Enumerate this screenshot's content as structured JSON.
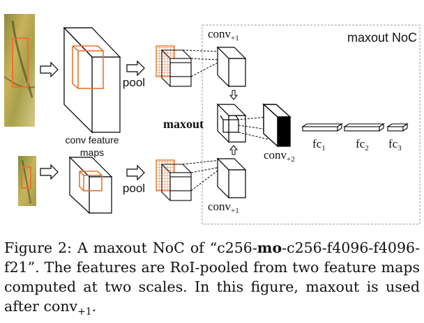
{
  "figure": {
    "region_label": "maxout NoC",
    "pool_label_top": "pool",
    "pool_label_bottom": "pool",
    "conv_feature_label_line1": "conv feature",
    "conv_feature_label_line2": "maps",
    "maxout_label": "maxout",
    "conv_top_main": "conv",
    "conv_top_sub": "+1",
    "conv_bottom_main": "conv",
    "conv_bottom_sub": "+1",
    "conv_mid_main": "conv",
    "conv_mid_sub": "+2",
    "fc1_main": "fc",
    "fc1_sub": "1",
    "fc2_main": "fc",
    "fc2_sub": "2",
    "fc3_main": "fc",
    "fc3_sub": "3",
    "colors": {
      "roi": "#e8742a",
      "line": "#000000",
      "dashed_box": "#999999"
    }
  },
  "caption": {
    "prefix": "Figure 2: A maxout NoC of “c256-",
    "bold": "mo",
    "mid": "-c256-f4096-f4096-f21”. The features are RoI-pooled from two feature maps computed at two scales. In this figure, maxout is used after conv",
    "sub": "+1",
    "suffix": "."
  }
}
